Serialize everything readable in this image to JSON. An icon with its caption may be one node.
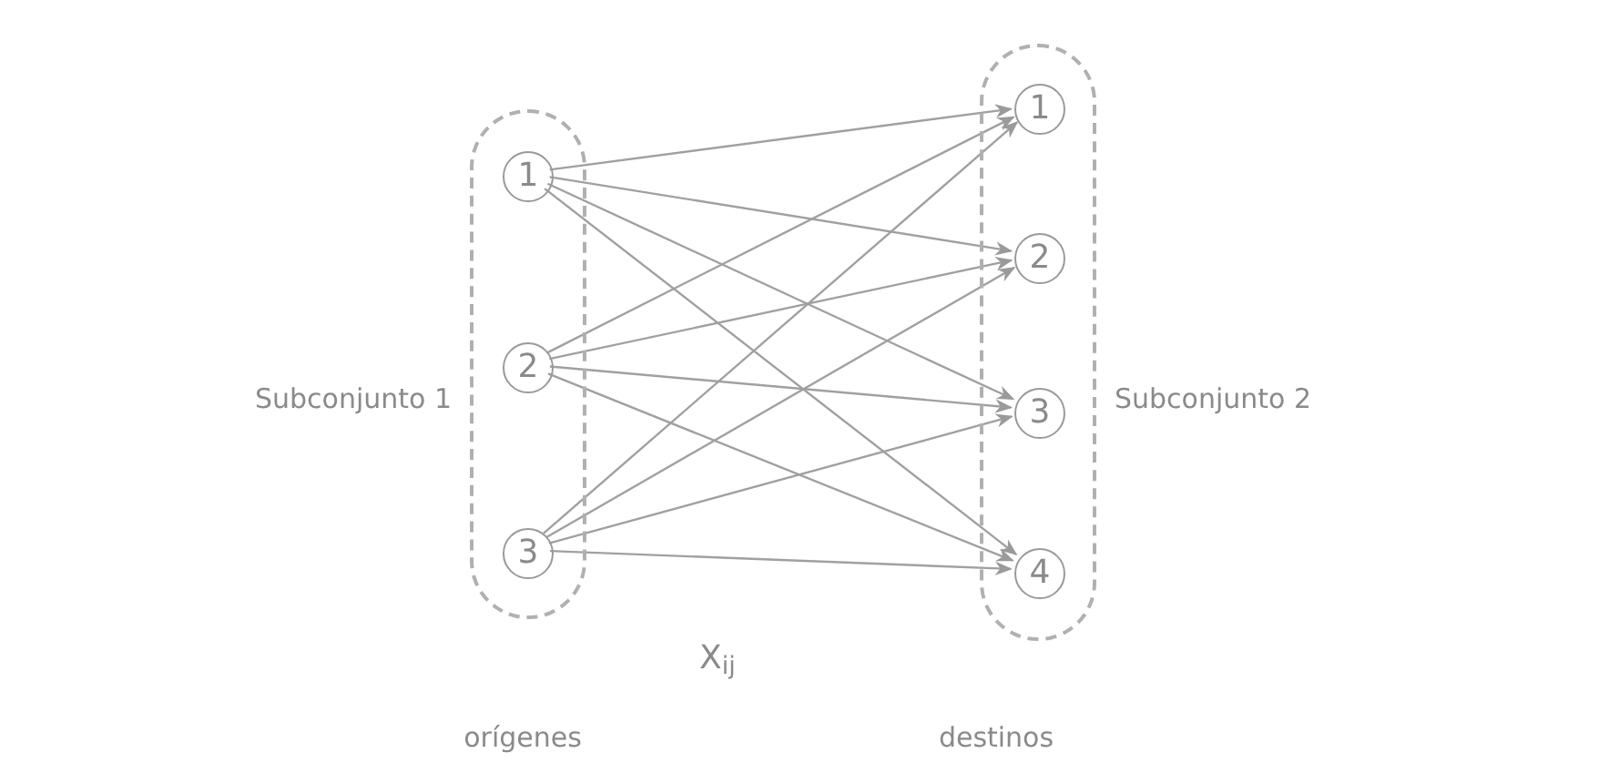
{
  "diagram": {
    "nodes": [
      {
        "text": [],
        "shape": "oval",
        "beside": [
          "Subconjunto 1",
          "orígenes"
        ]
      },
      {
        "text": [
          "1"
        ],
        "in": 0
      },
      {
        "text": [
          "2"
        ],
        "in": 0
      },
      {
        "text": [
          "3"
        ],
        "in": 0
      },
      {
        "text": [],
        "shape": "oval",
        "beside": [
          "Subconjunto 2",
          "destinos"
        ]
      },
      {
        "text": [
          "1"
        ],
        "in": 4
      },
      {
        "text": [
          "2"
        ],
        "in": 4
      },
      {
        "text": [
          "3"
        ],
        "in": 4
      },
      {
        "text": [
          "4"
        ],
        "in": 4
      }
    ],
    "edges": [
      {
        "from": 1,
        "to": 5,
        "arrow": "to"
      },
      {
        "from": 1,
        "to": 6,
        "arrow": "to"
      },
      {
        "from": 1,
        "to": 7,
        "arrow": "to"
      },
      {
        "from": 1,
        "to": 8,
        "arrow": "to"
      },
      {
        "from": 2,
        "to": 5,
        "arrow": "to"
      },
      {
        "from": 2,
        "to": 6,
        "arrow": "to"
      },
      {
        "from": 2,
        "to": 7,
        "arrow": "to"
      },
      {
        "from": 2,
        "to": 8,
        "arrow": "to"
      },
      {
        "from": 3,
        "to": 5,
        "arrow": "to"
      },
      {
        "from": 3,
        "to": 6,
        "arrow": "to"
      },
      {
        "from": 3,
        "to": 7,
        "arrow": "to"
      },
      {
        "from": 3,
        "to": 8,
        "arrow": "to"
      }
    ],
    "labels": [
      "X$_{ij}$"
    ]
  }
}
